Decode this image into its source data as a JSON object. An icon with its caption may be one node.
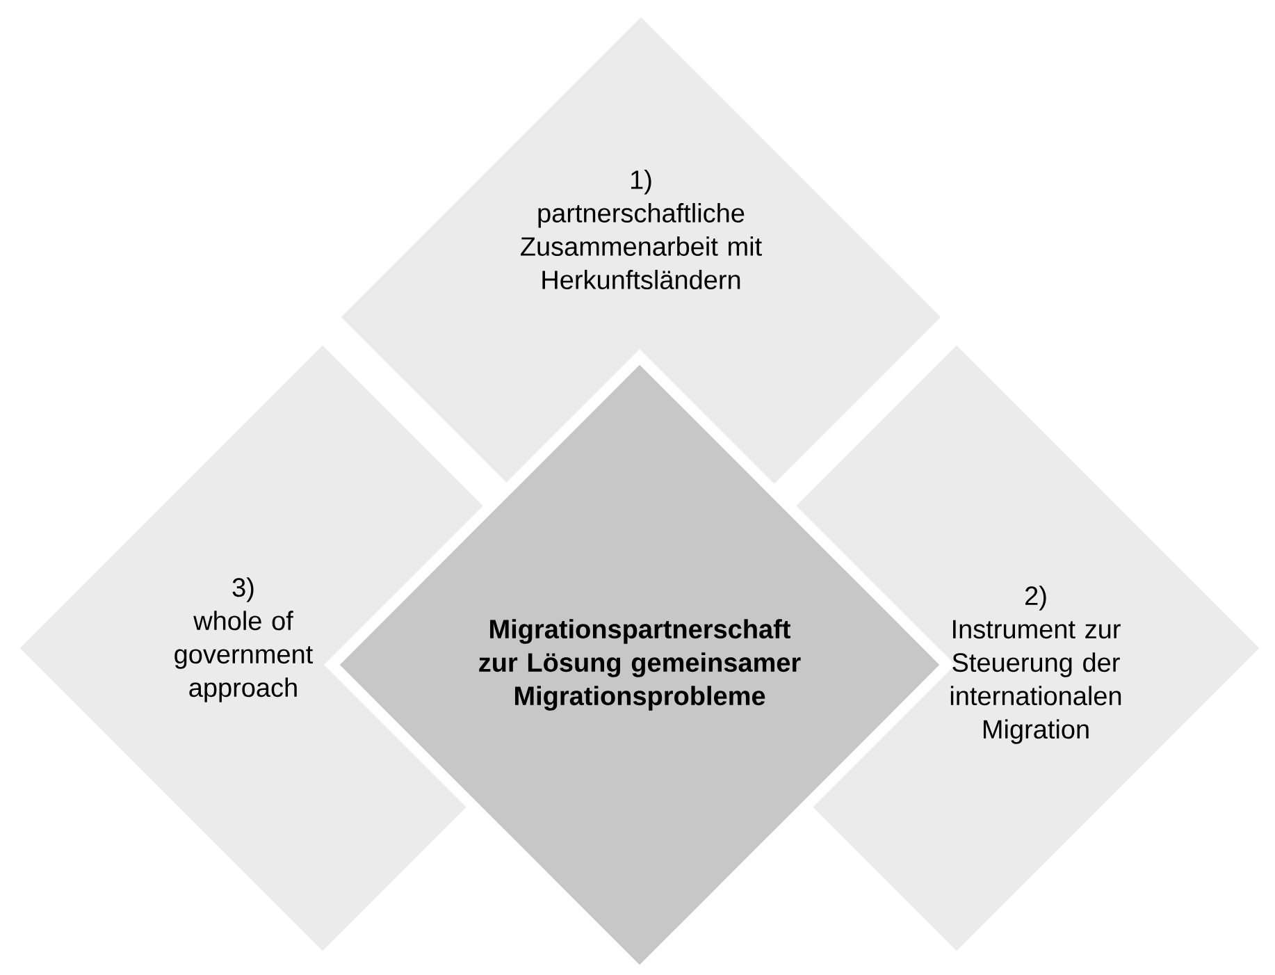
{
  "diagram": {
    "nodes": [
      {
        "text": [
          "1)",
          "partnerschaftliche Zusammenarbeit mit Herkunftsländern"
        ]
      },
      {
        "text": [
          "3)",
          "whole of government approach"
        ]
      },
      {
        "text": [
          "Migrationspartnerschaft zur Lösung gemeinsamer Migrationsprobleme"
        ]
      },
      {
        "text": [
          "2)",
          "Instrument zur Steuerung der internationalen Migration"
        ]
      }
    ]
  }
}
